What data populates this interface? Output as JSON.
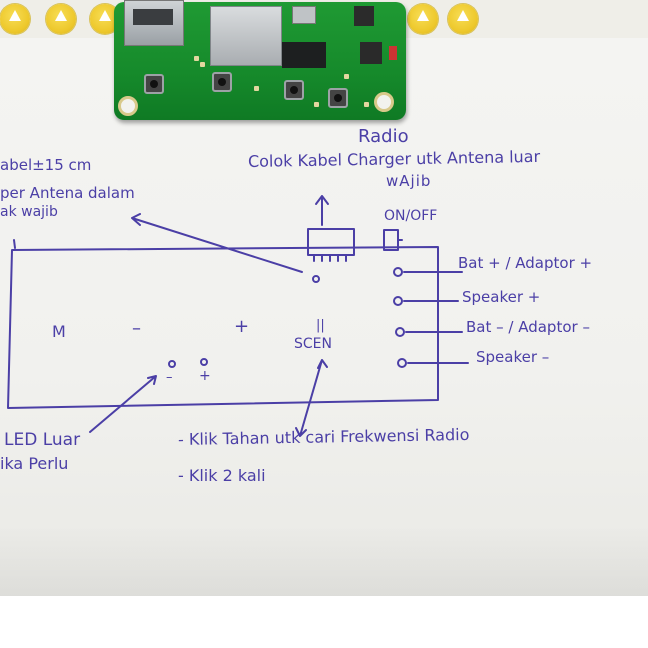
{
  "pcb": {
    "description_visible": false
  },
  "note": {
    "title": "Radio",
    "antenna_instruction_line1": "Colok Kabel Charger utk Antena luar",
    "antenna_instruction_line2": "wAjib",
    "switch_label": "ON/OFF",
    "cable_note": "abel±15 cm",
    "inner_antenna_note": "per Antena dalam",
    "inner_antenna_note2": "ak wajib",
    "button_m": "M",
    "button_minus": "–",
    "button_plus": "+",
    "button_pause": "||",
    "button_scan": "SCEN",
    "led_minus": "–",
    "led_plus": "+",
    "pin_bat_plus": "Bat + / Adaptor +",
    "pin_speaker_plus": "Speaker +",
    "pin_bat_minus": "Bat – / Adaptor –",
    "pin_speaker_minus": "Speaker –",
    "led_note_line1": "LED Luar",
    "led_note_line2": "ika Perlu",
    "scan_note_line1": "- Klik Tahan utk cari Frekwensi Radio",
    "scan_note_line2": "- Klik 2 kali"
  },
  "colors": {
    "ink": "#4b3fa6",
    "pcb_green": "#168a2b",
    "paper": "#f3f3f0",
    "sticker": "#eec92d"
  }
}
